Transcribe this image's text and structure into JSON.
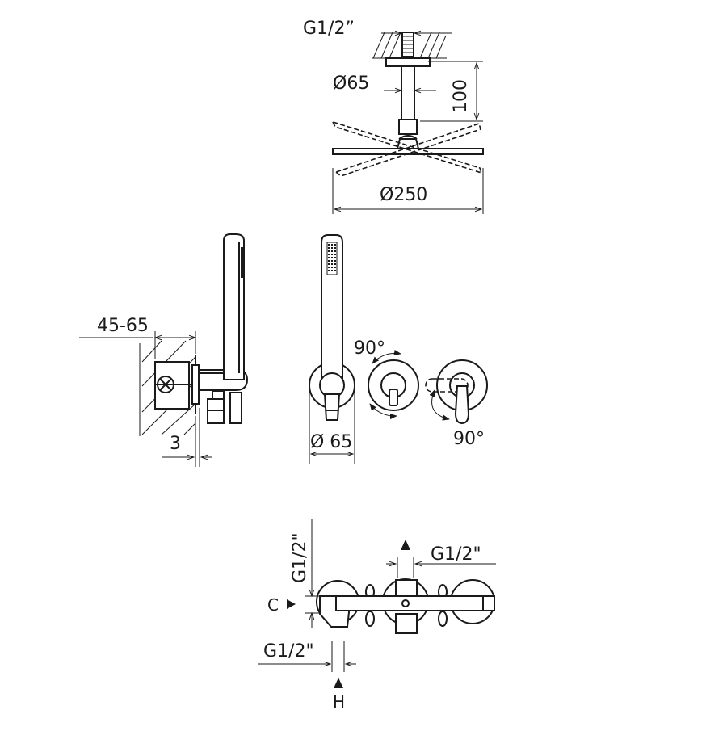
{
  "dimensions": {
    "top_inlet": "G1/2”",
    "arm_diameter": "Ø65",
    "arm_length": "100",
    "head_diameter": "Ø250",
    "wall_range": "45-65",
    "plate_thickness": "3",
    "holder_diameter": "Ø 65",
    "rotation_left": "90°",
    "rotation_right": "90°",
    "vertical_inlet": "G1/2\"",
    "right_inlet": "G1/2\"",
    "bottom_inlet": "G1/2\"",
    "cold_label": "C",
    "hot_label": "H"
  }
}
